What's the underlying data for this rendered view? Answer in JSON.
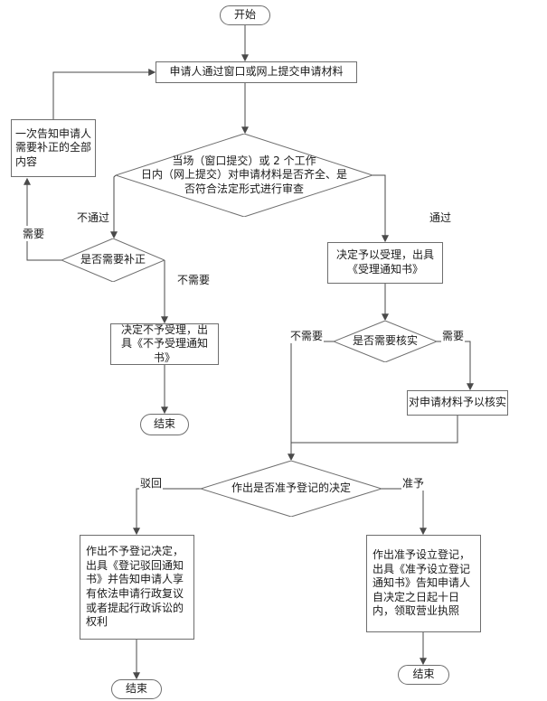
{
  "nodes": {
    "start": "开始",
    "submit": "申请人通过窗口或网上提交申请材料",
    "review_lines": [
      "当场（窗口提交）或 2 个工作",
      "日内（网上提交）对申请材料是否齐全、是",
      "否符合法定形式进行审查"
    ],
    "review_full": "当场（窗口提交）或 2 个工作日内（网上提交）对申请材料是否齐全、是否符合法定形式进行审查",
    "notify_fix": "一次告知申请人需要补正的全部内容",
    "need_fix": "是否需要补正",
    "accept": "决定予以受理，出具《受理通知书》",
    "reject": "决定不予受理，出具《不予受理通知书》",
    "end_left": "结束",
    "need_verify": "是否需要核实",
    "verify": "对申请材料予以核实",
    "decision": "作出是否准予登记的决定",
    "deny": "作出不予登记决定，出具《登记驳回通知书》并告知申请人享有依法申请行政复议或者提起行政诉讼的权利",
    "grant": "作出准予设立登记，出具《准予设立登记通知书》告知申请人自决定之日起十日内，领取营业执照",
    "end_bottom_left": "结束",
    "end_bottom_right": "结束"
  },
  "edge_labels": {
    "fail": "不通过",
    "pass": "通过",
    "need_fix_yes": "需要",
    "need_fix_no": "不需要",
    "verify_no": "不需要",
    "verify_yes": "需要",
    "rejected": "驳回",
    "granted": "准予"
  },
  "colors": {
    "line": "#4a4a4a",
    "border": "#6e6e6e",
    "text": "#1a1a1a",
    "background": "#ffffff"
  }
}
